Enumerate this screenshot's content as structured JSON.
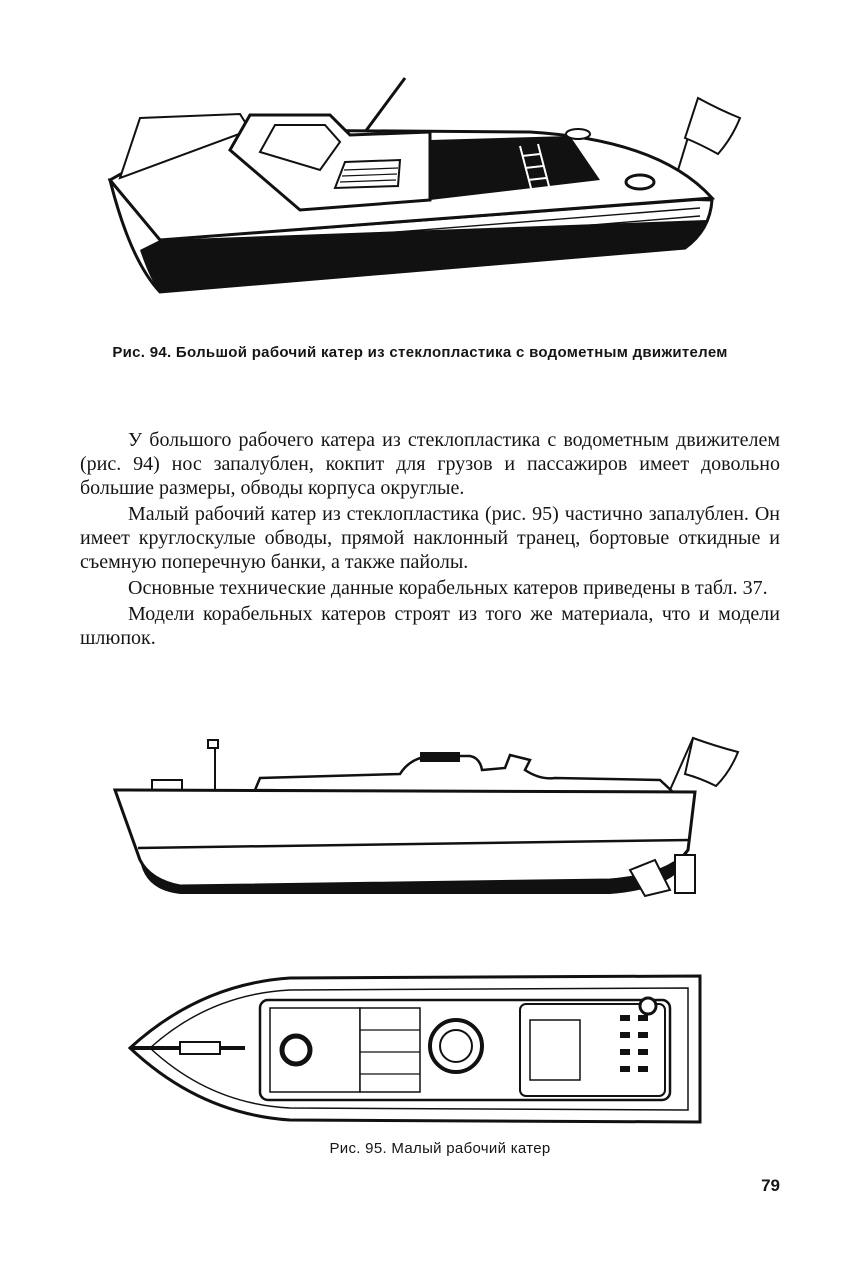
{
  "figure94": {
    "caption": "Рис. 94. Большой рабочий катер из стеклопластика с водометным дви­жителем"
  },
  "paragraphs": [
    "У большого рабочего катера из стеклопластика с водометным движителем (рис. 94) нос запалублен, кокпит для грузов и пасса­жиров имеет довольно большие размеры, обводы корпуса округ­лые.",
    "Малый рабочий катер из стеклопластика (рис. 95) частично запалублен. Он имеет круглоскулые обводы, прямой наклонный транец, бортовые откидные и съемную поперечную банки, а также пайолы.",
    "Основные технические данные корабельных катеров приведе­ны в табл. 37.",
    "Модели корабельных катеров строят из того же материала, что и модели шлюпок."
  ],
  "figure95": {
    "caption": "Рис. 95. Малый рабочий катер"
  },
  "page_number": "79"
}
